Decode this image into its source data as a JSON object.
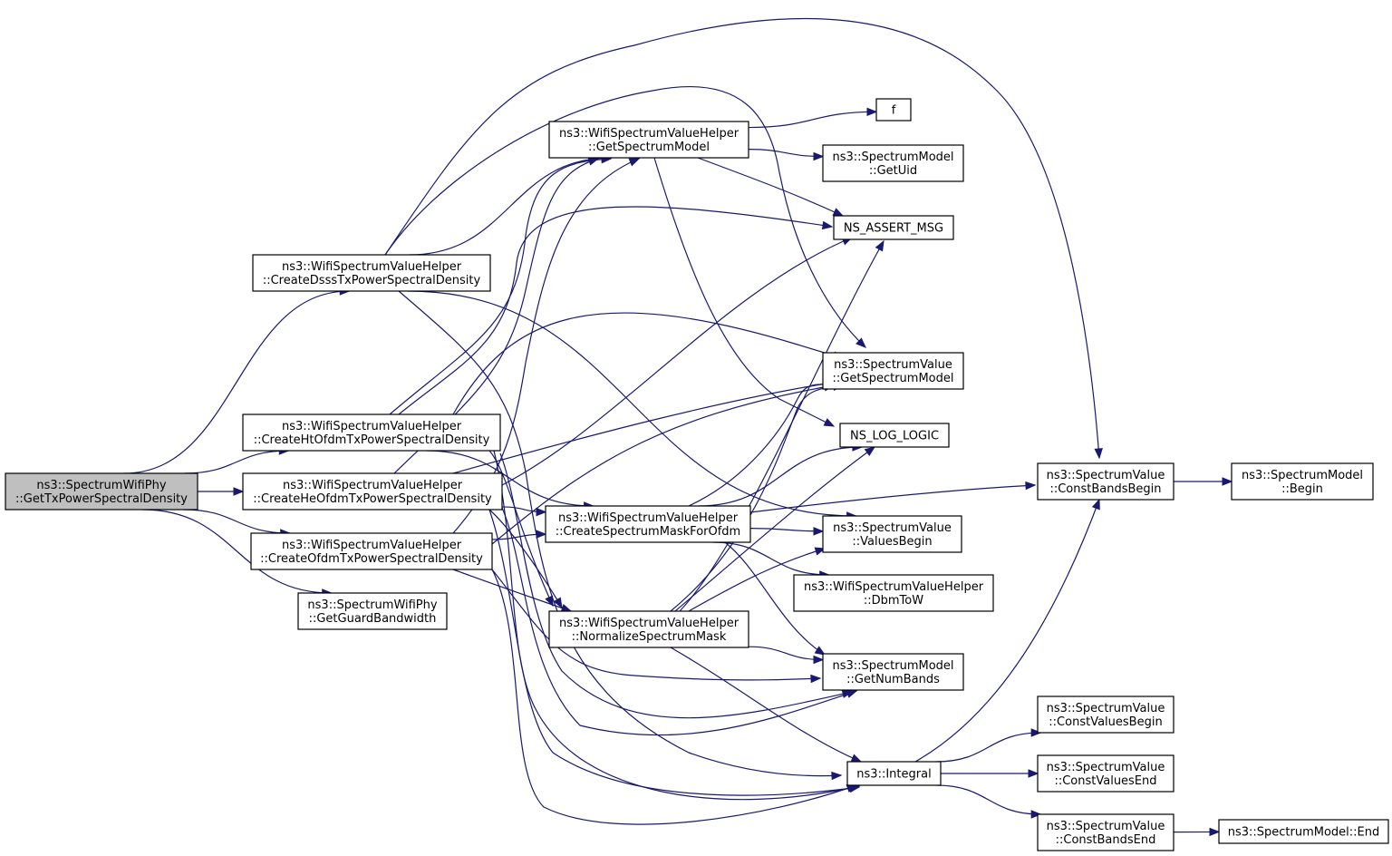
{
  "graph": {
    "nodes": [
      {
        "id": "root",
        "lines": [
          "ns3::SpectrumWifiPhy",
          "::GetTxPowerSpectralDensity"
        ],
        "highlight": true
      },
      {
        "id": "dsss",
        "lines": [
          "ns3::WifiSpectrumValueHelper",
          "::CreateDsssTxPowerSpectralDensity"
        ]
      },
      {
        "id": "ht",
        "lines": [
          "ns3::WifiSpectrumValueHelper",
          "::CreateHtOfdmTxPowerSpectralDensity"
        ]
      },
      {
        "id": "he",
        "lines": [
          "ns3::WifiSpectrumValueHelper",
          "::CreateHeOfdmTxPowerSpectralDensity"
        ]
      },
      {
        "id": "ofdm",
        "lines": [
          "ns3::WifiSpectrumValueHelper",
          "::CreateOfdmTxPowerSpectralDensity"
        ]
      },
      {
        "id": "guard",
        "lines": [
          "ns3::SpectrumWifiPhy",
          "::GetGuardBandwidth"
        ]
      },
      {
        "id": "getsm",
        "lines": [
          "ns3::WifiSpectrumValueHelper",
          "::GetSpectrumModel"
        ]
      },
      {
        "id": "mask",
        "lines": [
          "ns3::WifiSpectrumValueHelper",
          "::CreateSpectrumMaskForOfdm"
        ]
      },
      {
        "id": "norm",
        "lines": [
          "ns3::WifiSpectrumValueHelper",
          "::NormalizeSpectrumMask"
        ]
      },
      {
        "id": "f",
        "lines": [
          "f"
        ]
      },
      {
        "id": "getuid",
        "lines": [
          "ns3::SpectrumModel",
          "::GetUid"
        ]
      },
      {
        "id": "assert",
        "lines": [
          "NS_ASSERT_MSG"
        ]
      },
      {
        "id": "svgetsm",
        "lines": [
          "ns3::SpectrumValue",
          "::GetSpectrumModel"
        ]
      },
      {
        "id": "log",
        "lines": [
          "NS_LOG_LOGIC"
        ]
      },
      {
        "id": "valbegin",
        "lines": [
          "ns3::SpectrumValue",
          "::ValuesBegin"
        ]
      },
      {
        "id": "dbm",
        "lines": [
          "ns3::WifiSpectrumValueHelper",
          "::DbmToW"
        ]
      },
      {
        "id": "numbands",
        "lines": [
          "ns3::SpectrumModel",
          "::GetNumBands"
        ]
      },
      {
        "id": "integral",
        "lines": [
          "ns3::Integral"
        ]
      },
      {
        "id": "cbb",
        "lines": [
          "ns3::SpectrumValue",
          "::ConstBandsBegin"
        ]
      },
      {
        "id": "smbegin",
        "lines": [
          "ns3::SpectrumModel",
          "::Begin"
        ]
      },
      {
        "id": "cvb",
        "lines": [
          "ns3::SpectrumValue",
          "::ConstValuesBegin"
        ]
      },
      {
        "id": "cve",
        "lines": [
          "ns3::SpectrumValue",
          "::ConstValuesEnd"
        ]
      },
      {
        "id": "cbe",
        "lines": [
          "ns3::SpectrumValue",
          "::ConstBandsEnd"
        ]
      },
      {
        "id": "smend",
        "lines": [
          "ns3::SpectrumModel::End"
        ]
      }
    ],
    "edges": [
      [
        "root",
        "dsss"
      ],
      [
        "root",
        "ht"
      ],
      [
        "root",
        "he"
      ],
      [
        "root",
        "ofdm"
      ],
      [
        "root",
        "guard"
      ],
      [
        "dsss",
        "getsm"
      ],
      [
        "dsss",
        "svgetsm"
      ],
      [
        "dsss",
        "cbb"
      ],
      [
        "dsss",
        "valbegin"
      ],
      [
        "dsss",
        "integral"
      ],
      [
        "ht",
        "getsm"
      ],
      [
        "ht",
        "assert"
      ],
      [
        "ht",
        "svgetsm"
      ],
      [
        "ht",
        "mask"
      ],
      [
        "ht",
        "norm"
      ],
      [
        "ht",
        "numbands"
      ],
      [
        "ht",
        "integral"
      ],
      [
        "he",
        "getsm"
      ],
      [
        "he",
        "svgetsm"
      ],
      [
        "he",
        "assert"
      ],
      [
        "he",
        "mask"
      ],
      [
        "he",
        "norm"
      ],
      [
        "he",
        "numbands"
      ],
      [
        "he",
        "integral"
      ],
      [
        "ofdm",
        "getsm"
      ],
      [
        "ofdm",
        "svgetsm"
      ],
      [
        "ofdm",
        "mask"
      ],
      [
        "ofdm",
        "norm"
      ],
      [
        "ofdm",
        "numbands"
      ],
      [
        "ofdm",
        "integral"
      ],
      [
        "getsm",
        "f"
      ],
      [
        "getsm",
        "getuid"
      ],
      [
        "getsm",
        "assert"
      ],
      [
        "getsm",
        "log"
      ],
      [
        "mask",
        "svgetsm"
      ],
      [
        "mask",
        "log"
      ],
      [
        "mask",
        "cbb"
      ],
      [
        "mask",
        "valbegin"
      ],
      [
        "mask",
        "dbm"
      ],
      [
        "mask",
        "numbands"
      ],
      [
        "norm",
        "svgetsm"
      ],
      [
        "norm",
        "assert"
      ],
      [
        "norm",
        "log"
      ],
      [
        "norm",
        "valbegin"
      ],
      [
        "norm",
        "numbands"
      ],
      [
        "norm",
        "integral"
      ],
      [
        "integral",
        "cbb"
      ],
      [
        "integral",
        "cvb"
      ],
      [
        "integral",
        "cve"
      ],
      [
        "integral",
        "cbe"
      ],
      [
        "cbb",
        "smbegin"
      ],
      [
        "cbe",
        "smend"
      ]
    ]
  }
}
